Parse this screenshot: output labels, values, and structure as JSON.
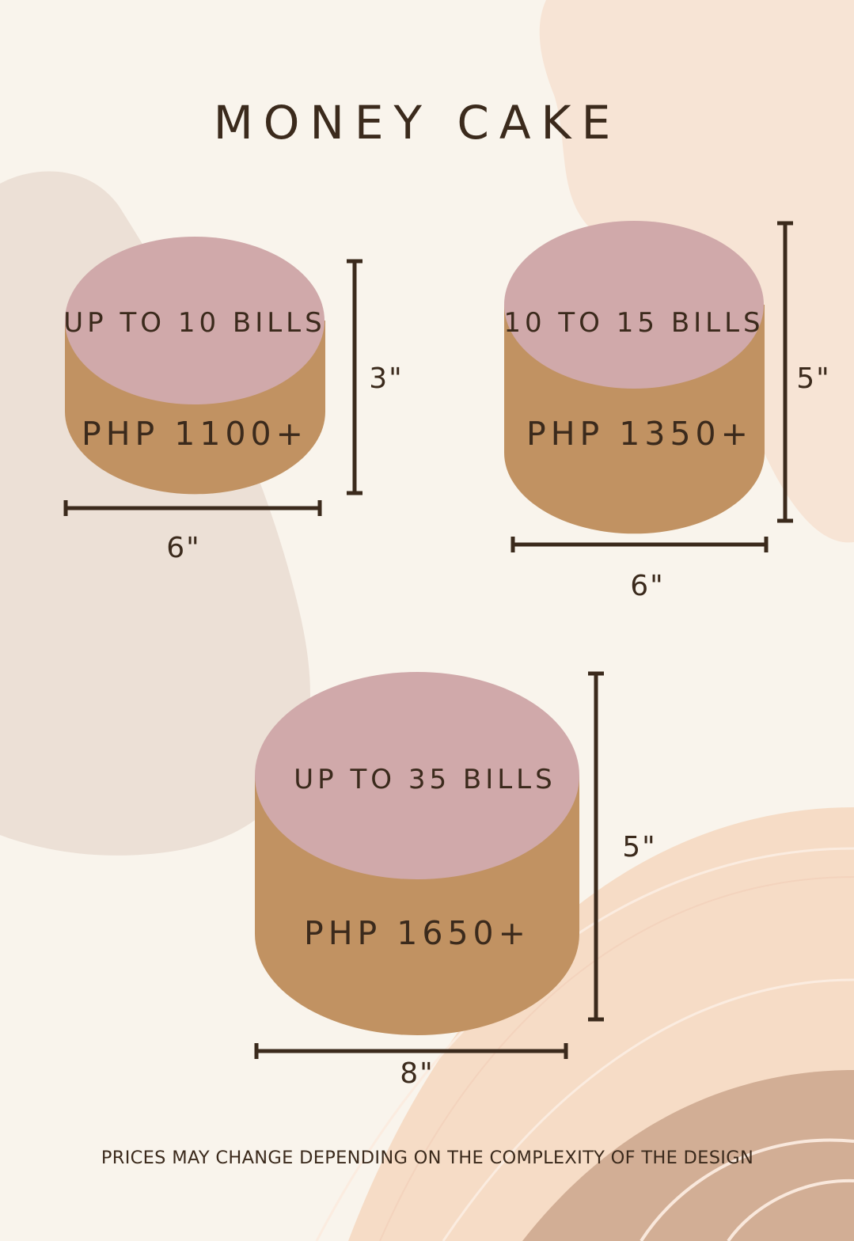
{
  "title": "MONEY CAKE",
  "cakes": [
    {
      "bills_label": "UP TO 10 BILLS",
      "price": "PHP 1100+",
      "height": "3\"",
      "width": "6\""
    },
    {
      "bills_label": "10 TO 15 BILLS",
      "price": "PHP 1350+",
      "height": "5\"",
      "width": "6\""
    },
    {
      "bills_label": "UP TO 35 BILLS",
      "price": "PHP 1650+",
      "height": "5\"",
      "width": "8\""
    }
  ],
  "footnote": "PRICES MAY CHANGE DEPENDING ON THE COMPLEXITY OF THE DESIGN",
  "colors": {
    "background": "#f9f4ec",
    "cake_top": "#d0a9aa",
    "cake_side": "#c19262",
    "text": "#3b2a1c",
    "blob_left": "#ece0d6",
    "blob_right": "#f7e4d5",
    "arc_light": "#f6dcc6",
    "arc_dark": "#d2ae95"
  }
}
